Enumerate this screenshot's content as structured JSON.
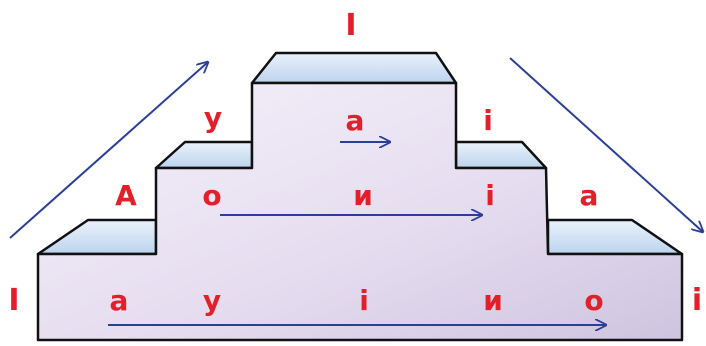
{
  "colors": {
    "letter": "#e2202a",
    "arrow": "#2b3f98",
    "outline": "#111111",
    "face_light": "#f2eefa",
    "face_dark": "#d8cfe6",
    "top_face": "#cfe1f3"
  },
  "top_letter": "І",
  "tier3": {
    "left": "у",
    "center": "а",
    "right": "і"
  },
  "tier2": {
    "left_outer": "А",
    "left_inner": "о",
    "center": "и",
    "right_inner": "і",
    "right_outer": "а"
  },
  "base": {
    "left_edge": "І",
    "l1": "а",
    "l2": "у",
    "l3": "і",
    "l4": "и",
    "l5": "о",
    "right_edge": "і"
  }
}
